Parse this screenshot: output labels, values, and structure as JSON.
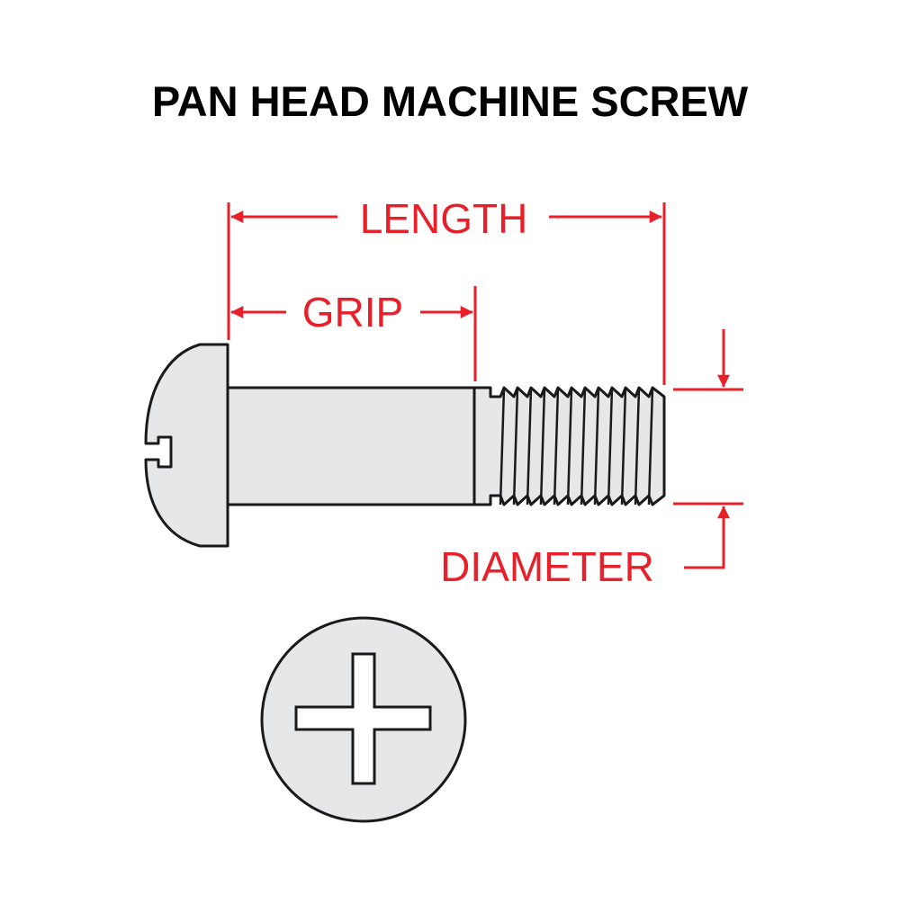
{
  "title": "PAN HEAD MACHINE SCREW",
  "labels": {
    "length": "LENGTH",
    "grip": "GRIP",
    "diameter": "DIAMETER"
  },
  "colors": {
    "dimension": "#e8202a",
    "outline": "#1a1a1a",
    "fill": "#e6e7e8",
    "background": "#ffffff",
    "title": "#000000"
  }
}
